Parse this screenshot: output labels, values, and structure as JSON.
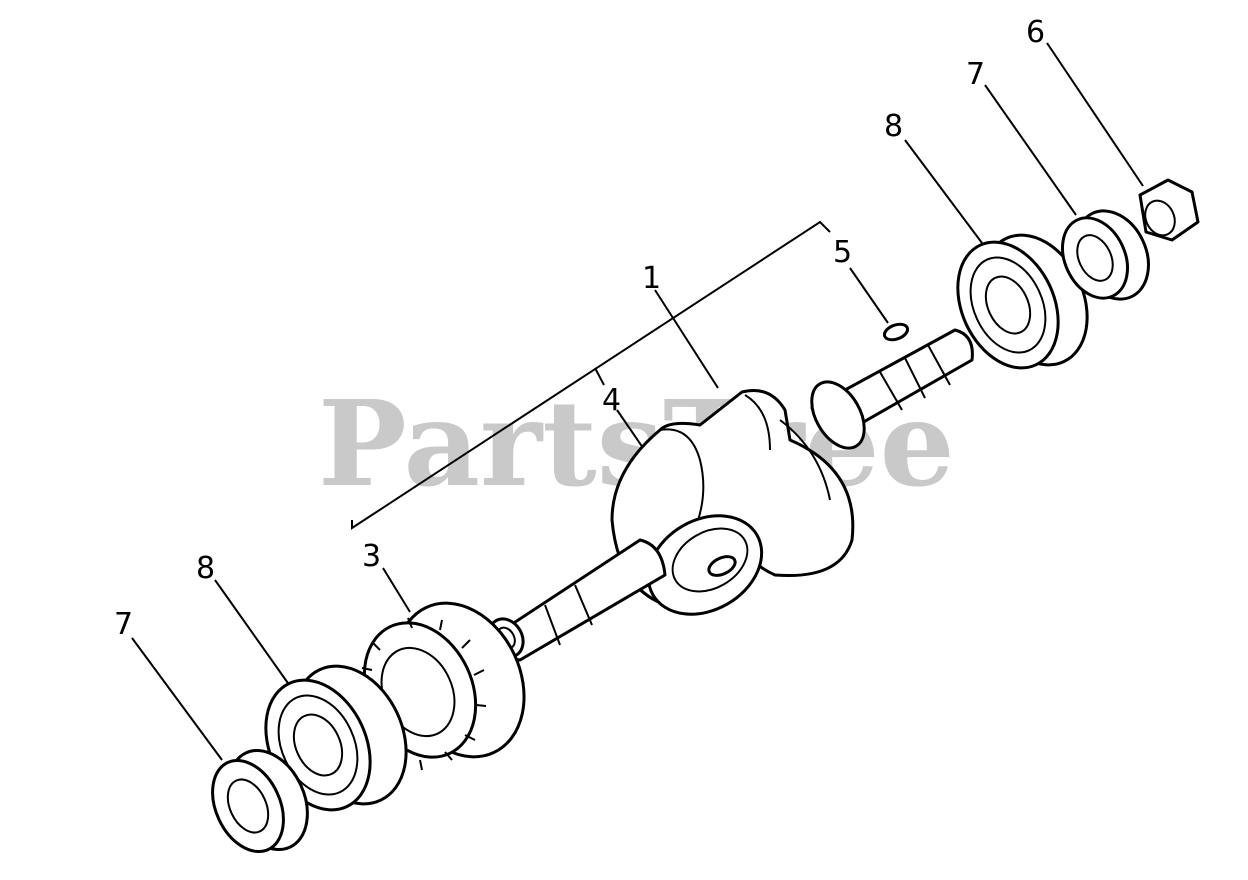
{
  "watermark": "PartsTree",
  "callouts": {
    "c1": "1",
    "c3": "3",
    "c4": "4",
    "c5": "5",
    "c6": "6",
    "c7_right": "7",
    "c8_right": "8",
    "c7_left": "7",
    "c8_left": "8"
  }
}
